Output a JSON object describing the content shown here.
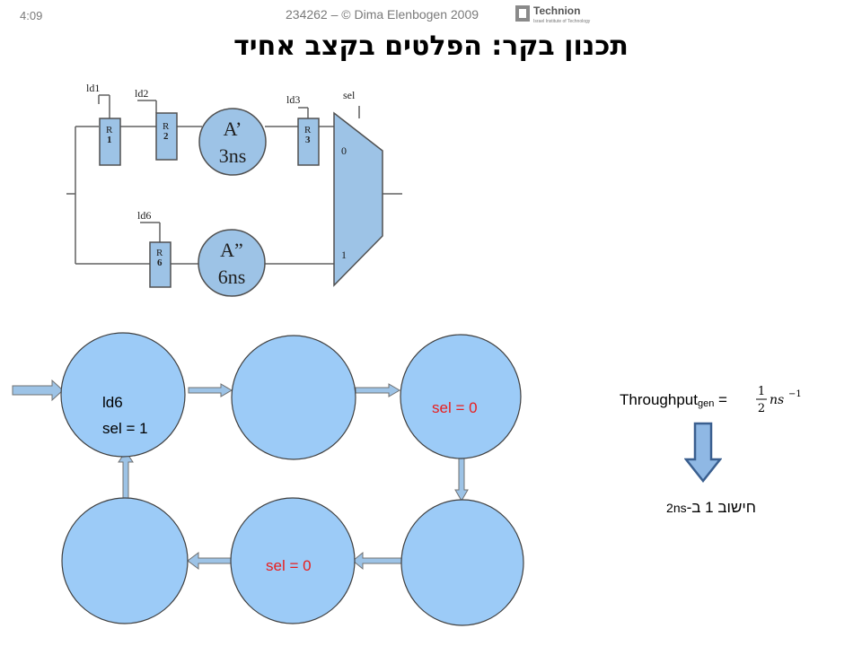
{
  "header": {
    "time": "4:09",
    "copyright": "234262 – © Dima Elenbogen 2009",
    "logo_text": "Technion",
    "logo_subtext": "Israel Institute of Technology"
  },
  "title": "תכנון בקר: הפלטים בקצב אחיד",
  "schematic": {
    "load_labels": [
      "ld1",
      "ld2",
      "ld3",
      "ld6",
      "sel"
    ],
    "registers": [
      {
        "r": "R",
        "n": "1"
      },
      {
        "r": "R",
        "n": "2"
      },
      {
        "r": "R",
        "n": "3"
      },
      {
        "r": "R",
        "n": "6"
      }
    ],
    "units": [
      {
        "name": "A’",
        "delay": "3ns"
      },
      {
        "name": "A”",
        "delay": "6ns"
      }
    ],
    "mux_inputs": [
      "0",
      "1"
    ]
  },
  "fsm": {
    "states": [
      {
        "lines": [
          "ld6",
          "sel = 1"
        ]
      },
      {
        "lines": []
      },
      {
        "lines": [
          "sel = 0"
        ]
      },
      {
        "lines": []
      },
      {
        "lines": [
          "sel = 0"
        ]
      },
      {
        "lines": []
      }
    ]
  },
  "throughput": {
    "label": "Throughput",
    "subscript": "gen",
    "equals": "=",
    "numerator": "1",
    "denominator": "2",
    "unit": "ns",
    "exponent": "−1"
  },
  "compute": {
    "text": "חישוב 1 ב-",
    "ns": "2ns"
  },
  "colors": {
    "register_fill": "#9dc3e6",
    "state_fill": "#9ccbf7",
    "arrow_fill": "#9dc3e6",
    "red_text": "#e81e1e"
  }
}
